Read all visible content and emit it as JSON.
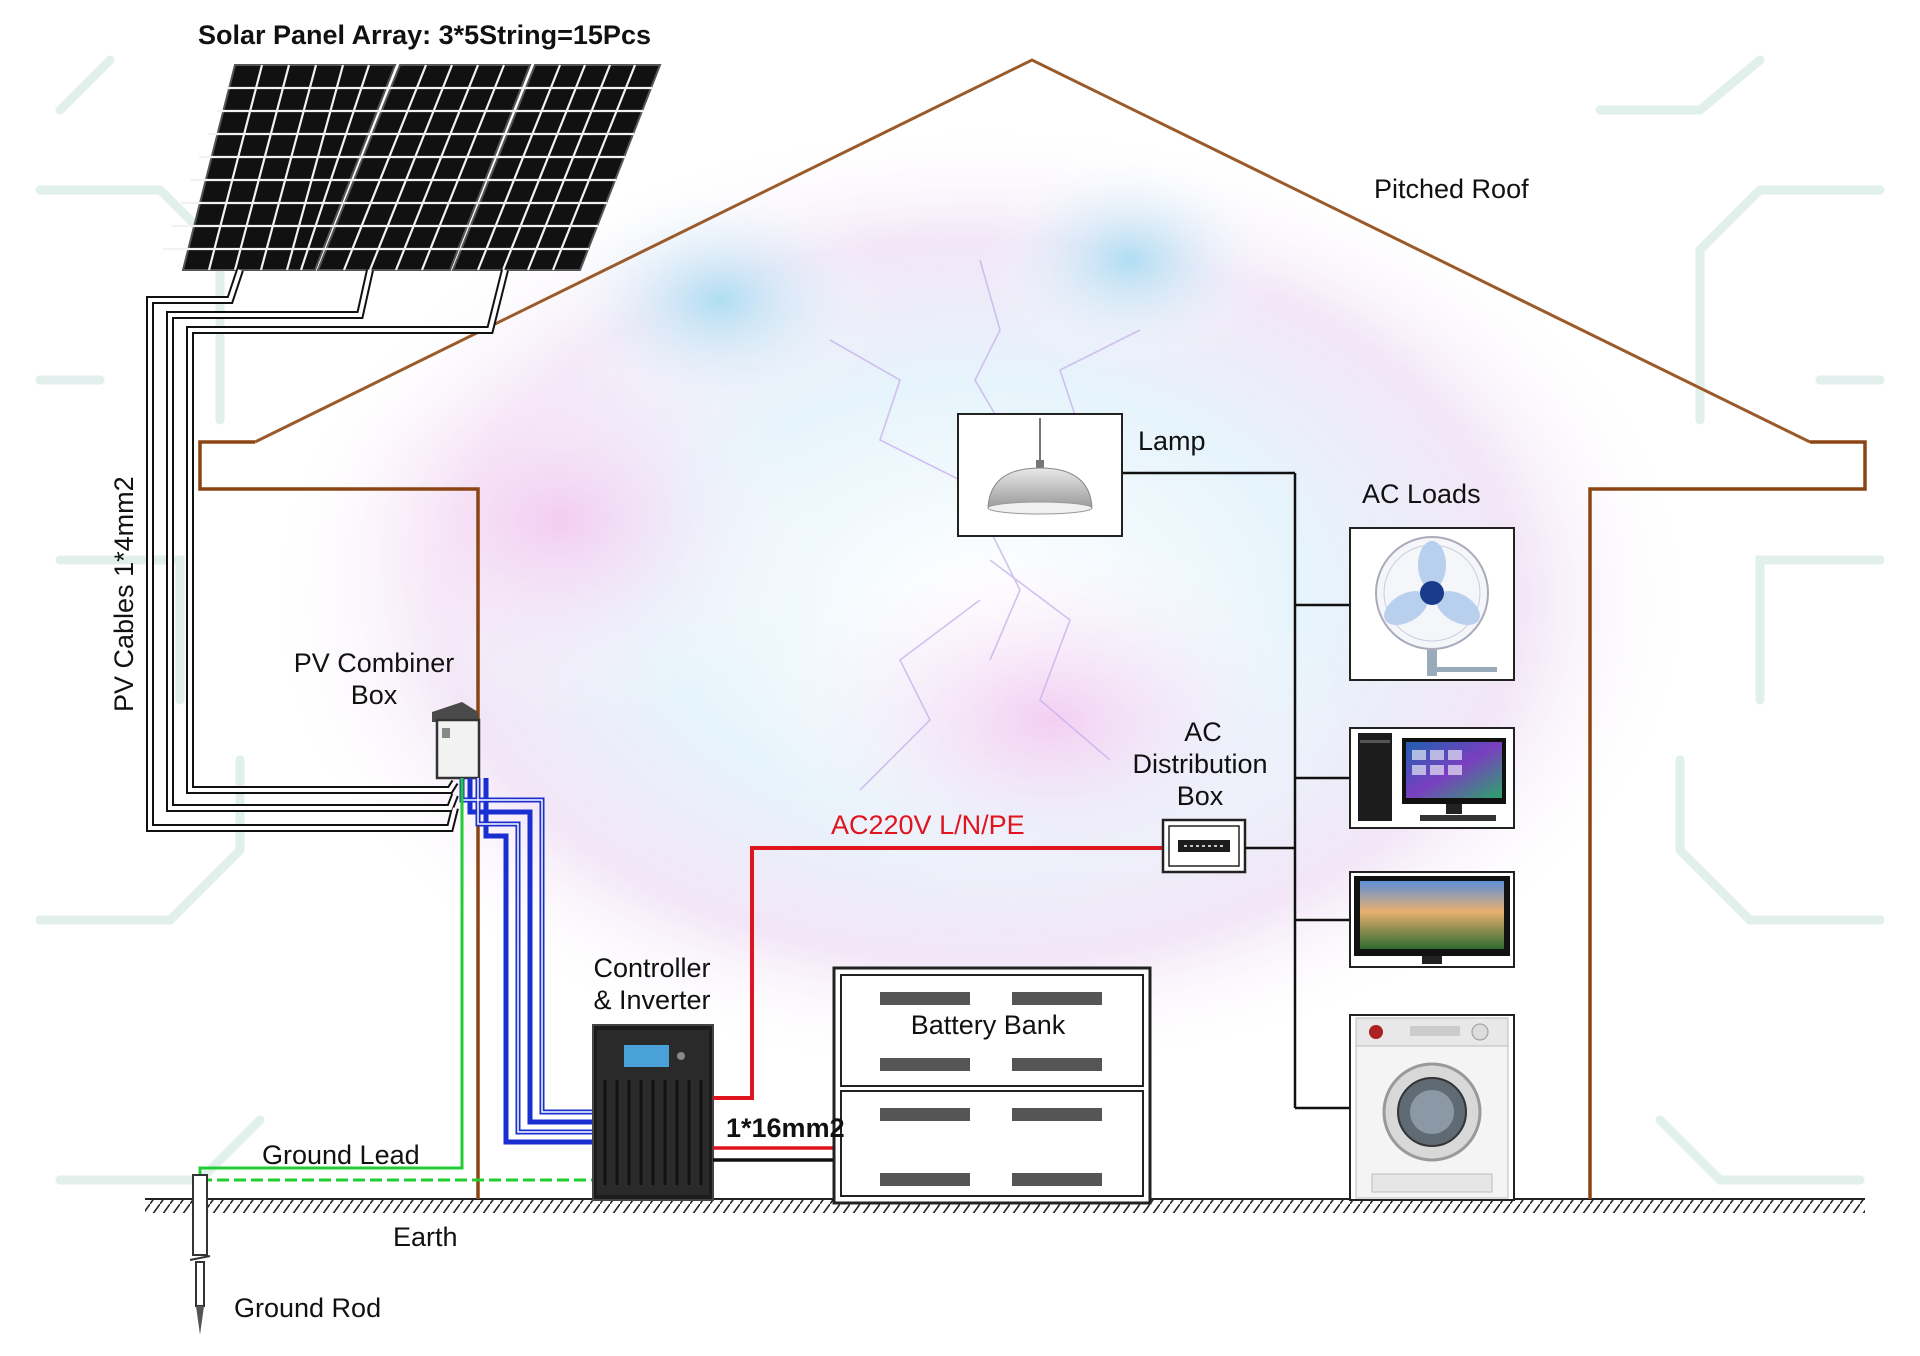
{
  "labels": {
    "solar_array": "Solar Panel Array: 3*5String=15Pcs",
    "pitched_roof": "Pitched Roof",
    "pv_cables": "PV Cables 1*4mm2",
    "combiner_line1": "PV Combiner",
    "combiner_line2": "Box",
    "lamp": "Lamp",
    "ac_loads": "AC Loads",
    "ac_dist_line1": "AC",
    "ac_dist_line2": "Distribution",
    "ac_dist_line3": "Box",
    "ac_line": "AC220V L/N/PE",
    "controller_line1": "Controller",
    "controller_line2": "& Inverter",
    "battery_bank": "Battery Bank",
    "battery_cable": "1*16mm2",
    "ground_lead": "Ground Lead",
    "earth": "Earth",
    "ground_rod": "Ground Rod"
  },
  "colors": {
    "house_wall": "#8b4513",
    "roof_line": "#9a5a2a",
    "ac_cable": "#e0141e",
    "dc_cable": "#1a2fd0",
    "ground_cable": "#22cc33",
    "pv_cable": "#111111"
  },
  "icons": [
    "solar-panel-icon",
    "combiner-box-icon",
    "inverter-icon",
    "battery-bank-icon",
    "distribution-box-icon",
    "lamp-icon",
    "fan-icon",
    "computer-icon",
    "tv-icon",
    "washing-machine-icon",
    "ground-rod-icon"
  ]
}
